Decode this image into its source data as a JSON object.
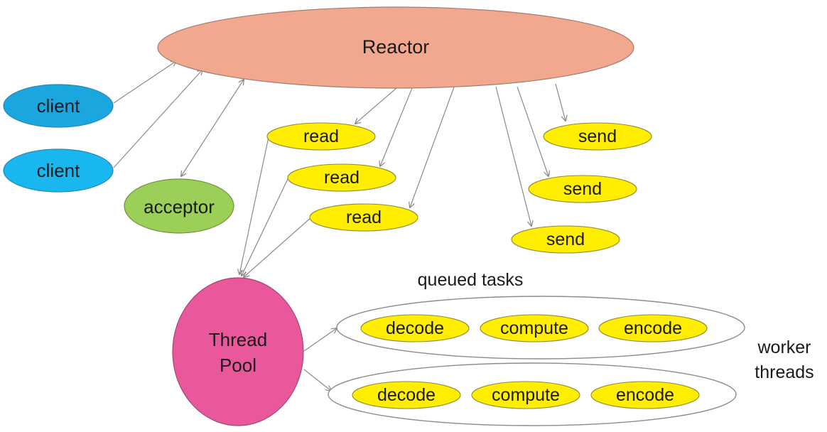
{
  "nodes": {
    "reactor": {
      "label": "Reactor",
      "color": "#f2a88e"
    },
    "client_1": {
      "label": "client",
      "color": "#1aa7e0"
    },
    "client_2": {
      "label": "client",
      "color": "#19b7ef"
    },
    "acceptor": {
      "label": "acceptor",
      "color": "#9ccf58"
    },
    "read_1": {
      "label": "read",
      "color": "#ffee00"
    },
    "read_2": {
      "label": "read",
      "color": "#ffee00"
    },
    "read_3": {
      "label": "read",
      "color": "#ffee00"
    },
    "send_1": {
      "label": "send",
      "color": "#ffee00"
    },
    "send_2": {
      "label": "send",
      "color": "#ffee00"
    },
    "send_3": {
      "label": "send",
      "color": "#ffee00"
    },
    "thread_pool": {
      "label_line1": "Thread",
      "label_line2": "Pool",
      "color": "#e8589b"
    }
  },
  "queued_tasks_label": "queued tasks",
  "worker_threads_label_line1": "worker",
  "worker_threads_label_line2": "threads",
  "worker_rows": [
    {
      "decode": "decode",
      "compute": "compute",
      "encode": "encode"
    },
    {
      "decode": "decode",
      "compute": "compute",
      "encode": "encode"
    }
  ],
  "colors": {
    "edge": "#8a8a8a",
    "task_fill": "#ffee00",
    "task_stroke": "#8f8a35"
  }
}
